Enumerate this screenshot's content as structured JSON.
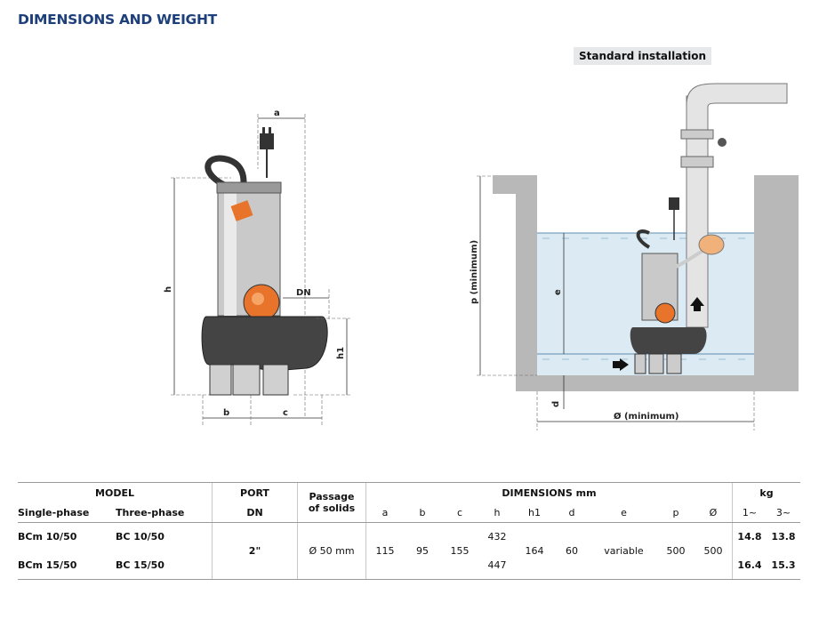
{
  "title": "DIMENSIONS AND WEIGHT",
  "standard_installation": "Standard installation",
  "figure_labels": {
    "a": "a",
    "b": "b",
    "c": "c",
    "h": "h",
    "h1": "h1",
    "DN": "DN",
    "p": "p (minimum)",
    "e": "e",
    "d": "d",
    "diameter": "Ø (minimum)"
  },
  "table": {
    "model": "MODEL",
    "single_phase": "Single-phase",
    "three_phase": "Three-phase",
    "port": "PORT",
    "dn": "DN",
    "passage_line1": "Passage",
    "passage_line2": "of solids",
    "dimensions": "DIMENSIONS mm",
    "kg": "kg",
    "cols": [
      "a",
      "b",
      "c",
      "h",
      "h1",
      "d",
      "e",
      "p",
      "Ø"
    ],
    "kg_cols": [
      "1~",
      "3~"
    ],
    "rows": [
      {
        "single": "BCm 10/50",
        "three": "BC 10/50",
        "h": "432",
        "kg1": "14.8",
        "kg3": "13.8"
      },
      {
        "single": "BCm 15/50",
        "three": "BC 15/50",
        "h": "447",
        "kg1": "16.4",
        "kg3": "15.3"
      }
    ],
    "shared": {
      "port": "2\"",
      "passage": "Ø 50 mm",
      "a": "115",
      "b": "95",
      "c": "155",
      "h1": "164",
      "d": "60",
      "e": "variable",
      "p": "500",
      "diam": "500"
    }
  }
}
